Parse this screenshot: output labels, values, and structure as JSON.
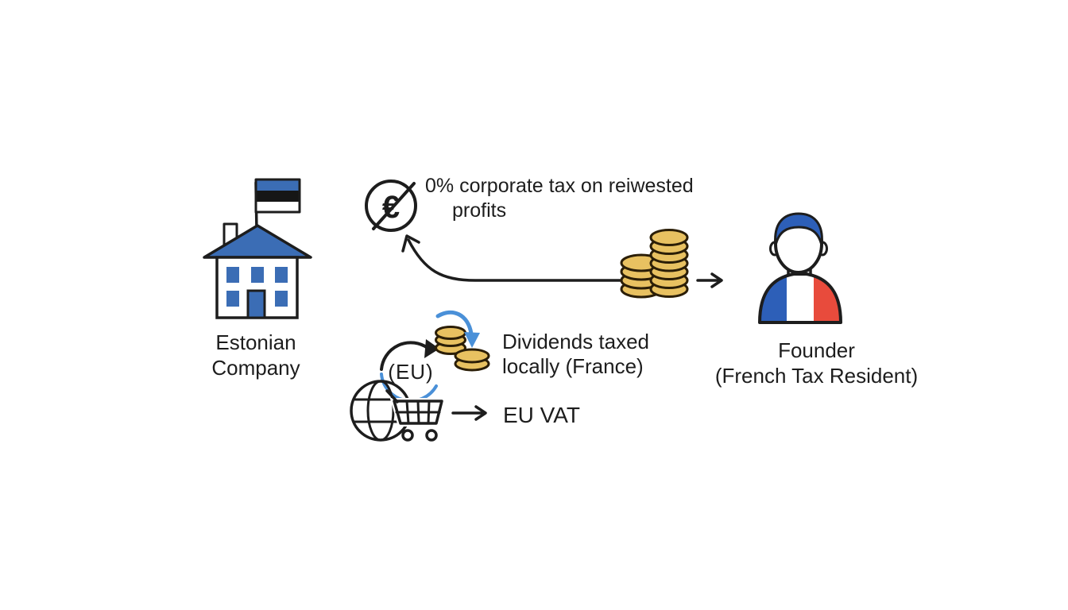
{
  "colors": {
    "background": "#ffffff",
    "ink": "#1d1d1d",
    "estonia_blue": "#3b6db5",
    "flag_black": "#161616",
    "gold": "#e8c161",
    "coin_outline": "#2b1e07",
    "french_blue": "#2d5fb8",
    "french_red": "#e84b3c",
    "arrow_blue": "#4a90d8"
  },
  "icons": {
    "euro_symbol": "€"
  },
  "nodes": {
    "estonian_company": {
      "line1": "Estonian",
      "line2": "Company"
    },
    "founder": {
      "line1": "Founder",
      "line2": "(French Tax Resident)"
    }
  },
  "annotations": {
    "corporate_tax": {
      "line1": "0% corporate tax on reiwested",
      "line2": "profits"
    },
    "dividends": {
      "line1": "Dividends taxed",
      "line2": "locally (France)"
    },
    "eu_vat": {
      "label": "EU VAT"
    },
    "eu_cycle": {
      "label": "(EU)"
    }
  }
}
